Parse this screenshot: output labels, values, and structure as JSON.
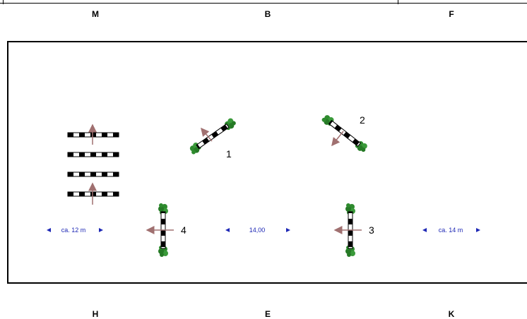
{
  "arena": {
    "letters_top": [
      "M",
      "B",
      "F"
    ],
    "letters_bottom": [
      "H",
      "E",
      "K"
    ]
  },
  "obstacles": [
    {
      "number": "1"
    },
    {
      "number": "2"
    },
    {
      "number": "3"
    },
    {
      "number": "4"
    }
  ],
  "distances": [
    {
      "label": "ca. 12 m"
    },
    {
      "label": "14,00"
    },
    {
      "label": "ca. 14 m"
    }
  ],
  "colors": {
    "pole_stripe": "#000000",
    "foliage": "#2e8b2e",
    "direction_arrow": "#a07070",
    "distance_marker": "#1d27b5"
  }
}
